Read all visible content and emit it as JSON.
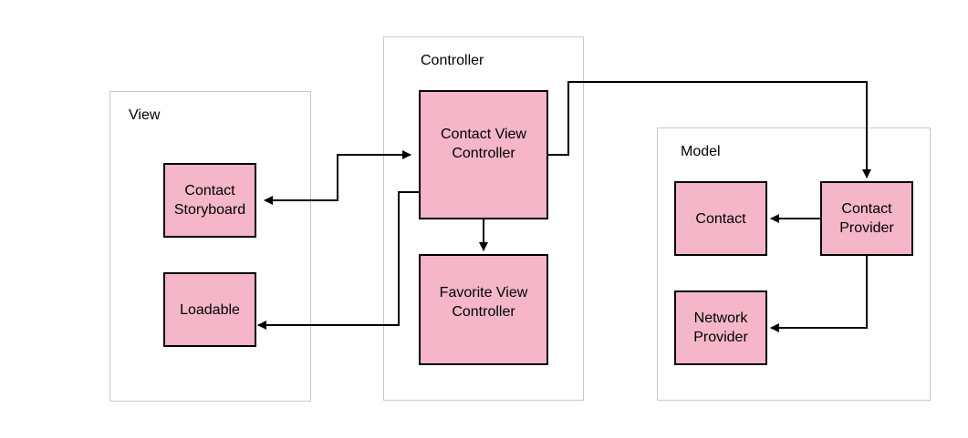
{
  "diagram": {
    "groups": {
      "view": {
        "label": "View"
      },
      "controller": {
        "label": "Controller"
      },
      "model": {
        "label": "Model"
      }
    },
    "nodes": {
      "contact_storyboard": {
        "line1": "Contact",
        "line2": "Storyboard"
      },
      "loadable": {
        "line1": "Loadable"
      },
      "contact_view_controller": {
        "line1": "Contact View",
        "line2": "Controller"
      },
      "favorite_view_controller": {
        "line1": "Favorite View",
        "line2": "Controller"
      },
      "contact": {
        "line1": "Contact"
      },
      "contact_provider": {
        "line1": "Contact",
        "line2": "Provider"
      },
      "network_provider": {
        "line1": "Network",
        "line2": "Provider"
      }
    },
    "colors": {
      "node_fill": "#f4b6c8",
      "node_border": "#000000",
      "group_border": "#c8c8c8",
      "edge": "#000000"
    },
    "edges": [
      {
        "from": "contact_view_controller",
        "to": "contact_storyboard",
        "bidirectional": true
      },
      {
        "from": "contact_view_controller",
        "to": "loadable"
      },
      {
        "from": "contact_view_controller",
        "to": "favorite_view_controller"
      },
      {
        "from": "contact_view_controller",
        "to": "contact_provider"
      },
      {
        "from": "contact_provider",
        "to": "contact"
      },
      {
        "from": "contact_provider",
        "to": "network_provider"
      }
    ]
  }
}
